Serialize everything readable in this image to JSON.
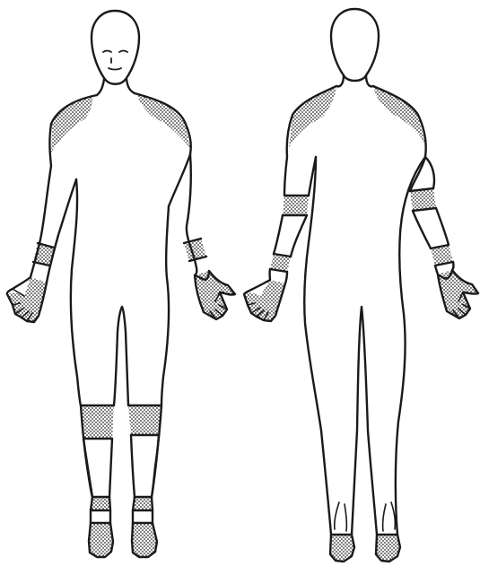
{
  "diagram": {
    "views": [
      "front",
      "back"
    ],
    "shaded_regions": {
      "front": [
        "left-shoulder",
        "right-shoulder",
        "left-wrist-band",
        "right-wrist-band",
        "left-hand",
        "right-hand",
        "left-knee",
        "right-knee",
        "left-ankle-band",
        "right-ankle-band",
        "left-foot",
        "right-foot"
      ],
      "back": [
        "left-shoulder",
        "right-shoulder",
        "left-elbow-band",
        "right-elbow-band",
        "left-wrist-band",
        "right-wrist-band",
        "left-hand",
        "right-hand",
        "left-heel",
        "right-heel"
      ]
    },
    "colors": {
      "outline": "#1a1a1a",
      "shading": "#1a1a1a",
      "background": "#ffffff"
    },
    "pattern": "stippled-dots"
  }
}
